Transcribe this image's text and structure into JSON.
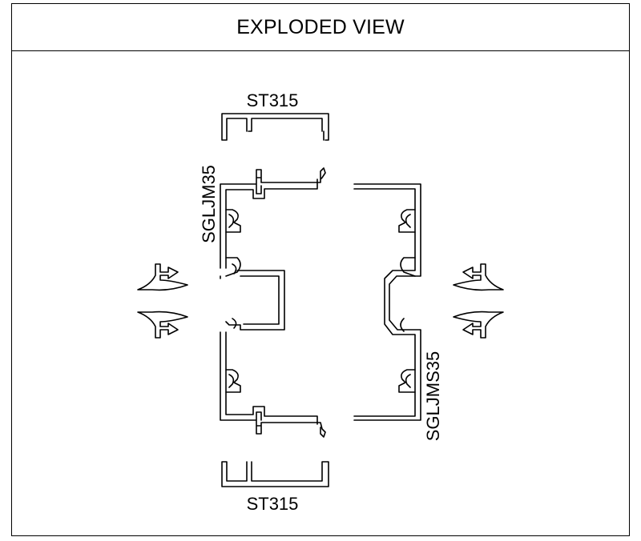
{
  "title": "EXPLODED VIEW",
  "labels": {
    "top_cap": "ST315",
    "bottom_cap": "ST315",
    "left_mullion": "SGLJM35",
    "right_mullion": "SGLJMS35"
  },
  "colors": {
    "line": "#000000",
    "background": "#ffffff"
  }
}
